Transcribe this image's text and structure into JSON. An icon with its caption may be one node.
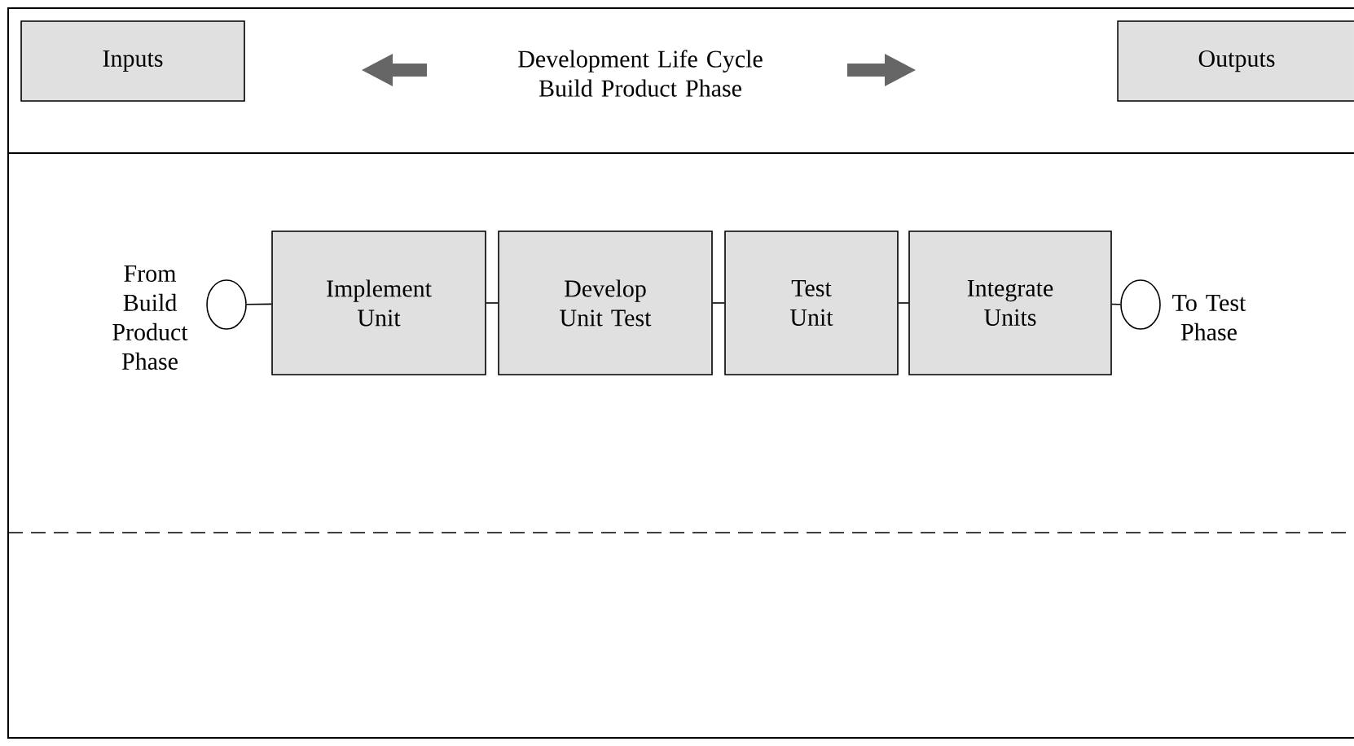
{
  "diagram": {
    "title": "Development Life Cycle Build Product Phase",
    "nodes": [
      {
        "text": [
          "Inputs"
        ]
      },
      {
        "text": [
          "Outputs"
        ]
      },
      {
        "text": [],
        "shape": "circle",
        "beside": [
          "From Build Product Phase"
        ]
      },
      {
        "text": [
          "Implement Unit"
        ]
      },
      {
        "text": [
          "Develop Unit Test"
        ]
      },
      {
        "text": [
          "Test Unit"
        ]
      },
      {
        "text": [
          "Integrate Units"
        ]
      },
      {
        "text": [],
        "shape": "circle",
        "beside": [
          "To Test Phase"
        ]
      }
    ],
    "edges": [
      {
        "from": 2,
        "to": 3,
        "arrow": "none"
      },
      {
        "from": 3,
        "to": 4,
        "arrow": "none"
      },
      {
        "from": 4,
        "to": 5,
        "arrow": "none"
      },
      {
        "from": 5,
        "to": 6,
        "arrow": "none"
      },
      {
        "from": 6,
        "to": 7,
        "arrow": "none"
      }
    ]
  }
}
